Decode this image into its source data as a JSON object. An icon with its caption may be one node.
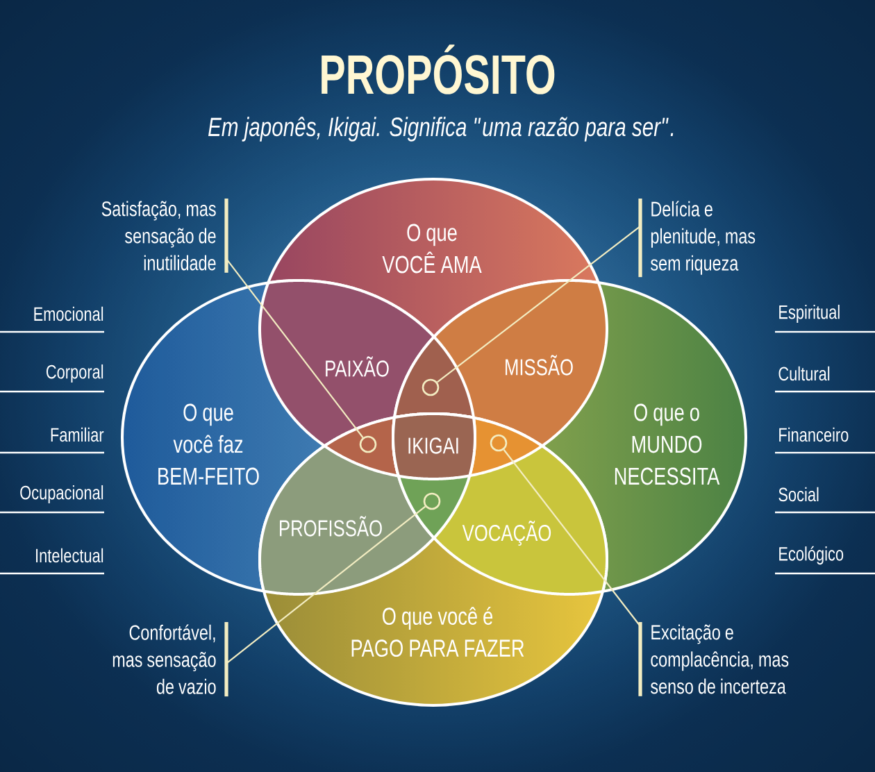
{
  "diagram": {
    "title": "PROPÓSITO",
    "nodes": [
      {
        "text": [
          "Satisfação, mas sensação de inutilidade"
        ]
      },
      {
        "text": [
          "Delícia e plenitude, mas sem riqueza"
        ]
      },
      {
        "text": [
          "O que VOCÊ AMA"
        ]
      },
      {
        "text": [
          "O que você faz BEM-FEITO"
        ]
      },
      {
        "text": [
          "O que o MUNDO NECESSITA"
        ]
      },
      {
        "text": [
          "O que você é PAGO PARA FAZER"
        ]
      },
      {
        "text": [
          "PAIXÃO"
        ]
      },
      {
        "text": [
          "MISSÃO"
        ]
      },
      {
        "text": [
          "IKIGAI"
        ]
      },
      {
        "text": [
          "PROFISSÃO"
        ]
      },
      {
        "text": [
          "VOCAÇÃO"
        ]
      },
      {
        "text": [
          "Confortável, mas sensação de vazio"
        ]
      },
      {
        "text": [
          "Excitação e complacência, mas senso de incerteza"
        ]
      },
      {
        "text": [],
        "shape": "circle"
      },
      {
        "text": [],
        "shape": "circle"
      },
      {
        "text": [],
        "shape": "circle"
      },
      {
        "text": [],
        "shape": "circle"
      }
    ],
    "edges": [
      {
        "from": 0,
        "to": 14,
        "arrow": "none"
      },
      {
        "from": 1,
        "to": 13,
        "arrow": "none"
      },
      {
        "from": 11,
        "to": 16,
        "arrow": "none"
      },
      {
        "from": 12,
        "to": 15,
        "arrow": "none"
      }
    ],
    "labels": [
      "Em japonês, Ikigai. Significa \"uma razão para ser\".",
      "Emocional",
      "Espiritual",
      "Corporal",
      "Cultural",
      "Familiar",
      "Financeiro",
      "Ocupacional",
      "Social",
      "Intelectual",
      "Ecológico"
    ]
  }
}
